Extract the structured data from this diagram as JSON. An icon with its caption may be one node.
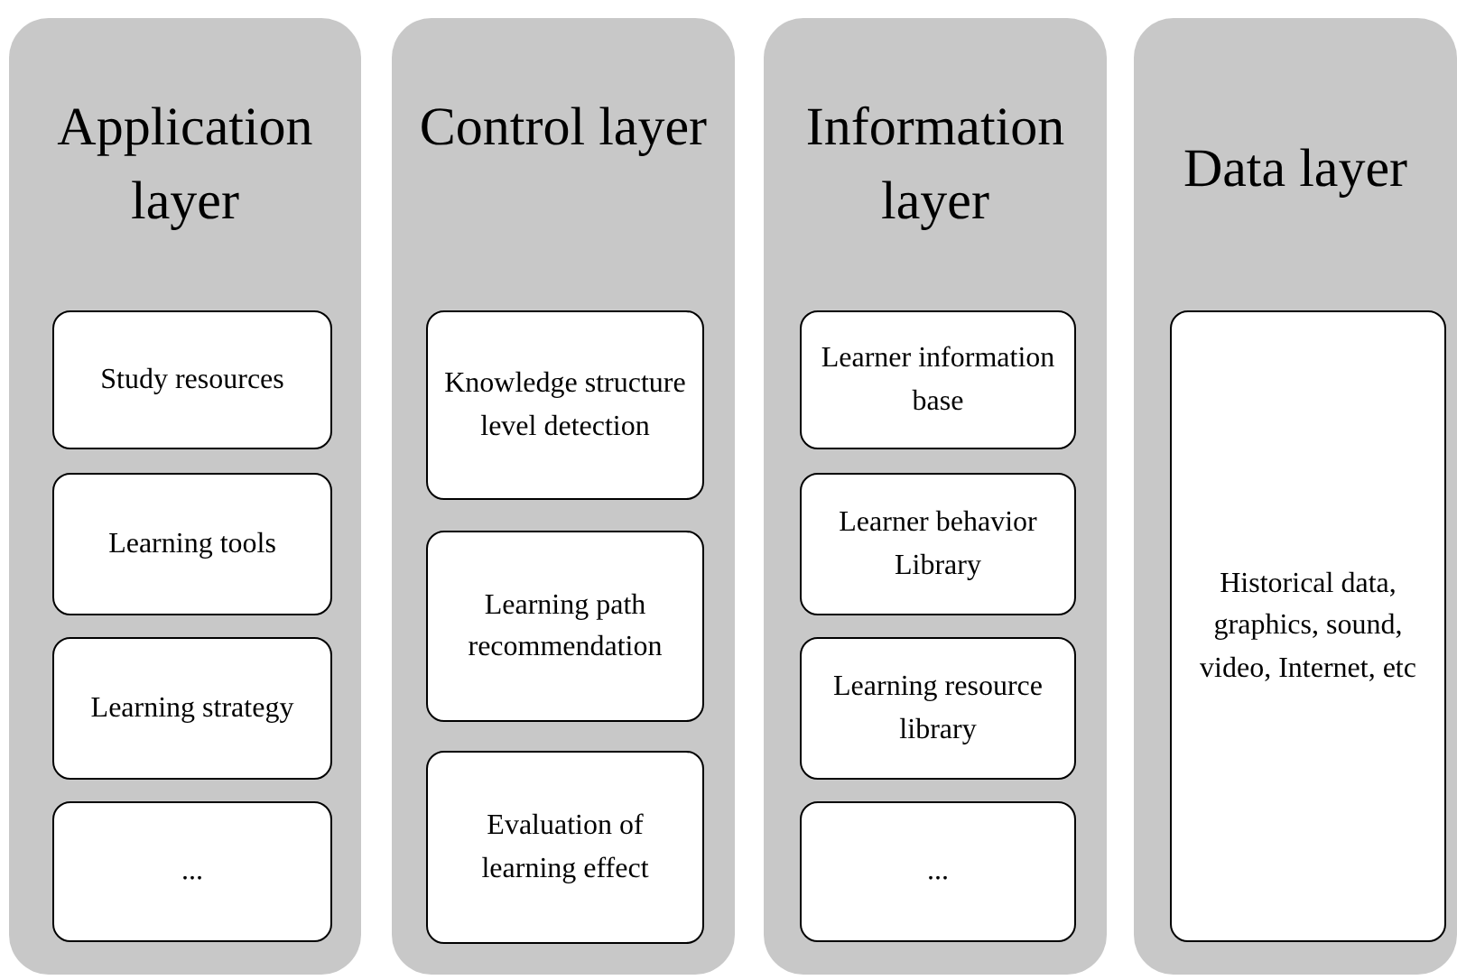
{
  "diagram": {
    "nodes": [
      {
        "text": [
          "Application layer"
        ]
      },
      {
        "text": [
          "Study resources"
        ],
        "in": 0
      },
      {
        "text": [
          "Learning tools"
        ],
        "in": 0
      },
      {
        "text": [
          "Learning strategy"
        ],
        "in": 0
      },
      {
        "text": [
          "..."
        ],
        "in": 0
      },
      {
        "text": [
          "Control layer"
        ]
      },
      {
        "text": [
          "Knowledge structure level detection"
        ],
        "in": 5
      },
      {
        "text": [
          "Learning path recommendation"
        ],
        "in": 5
      },
      {
        "text": [
          "Evaluation of learning effect"
        ],
        "in": 5
      },
      {
        "text": [
          "Information layer"
        ]
      },
      {
        "text": [
          "Learner information base"
        ],
        "in": 9
      },
      {
        "text": [
          "Learner behavior Library"
        ],
        "in": 9
      },
      {
        "text": [
          "Learning resource library"
        ],
        "in": 9
      },
      {
        "text": [
          "..."
        ],
        "in": 9
      },
      {
        "text": [
          "Data layer"
        ]
      },
      {
        "text": [
          "Historical data, graphics, sound, video, Internet, etc"
        ],
        "in": 14
      }
    ]
  }
}
